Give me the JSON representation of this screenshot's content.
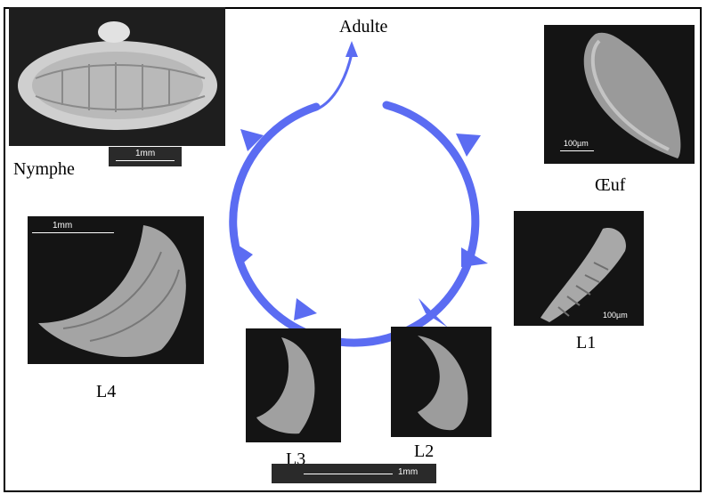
{
  "stages": {
    "adult": "Adulte",
    "egg": "Œuf",
    "nymph": "Nymphe",
    "l1": "L1",
    "l2": "L2",
    "l3": "L3",
    "l4": "L4"
  },
  "scale_bars": {
    "nymph": "1mm",
    "egg": "100µm",
    "l1": "100µm",
    "l4": "1mm",
    "l2_l3": "1mm"
  },
  "colors": {
    "cycle_arrow": "#5b6cf2",
    "micrograph_bg": "#141414"
  },
  "icons": {
    "cycle": "circular-life-cycle-arrow"
  }
}
